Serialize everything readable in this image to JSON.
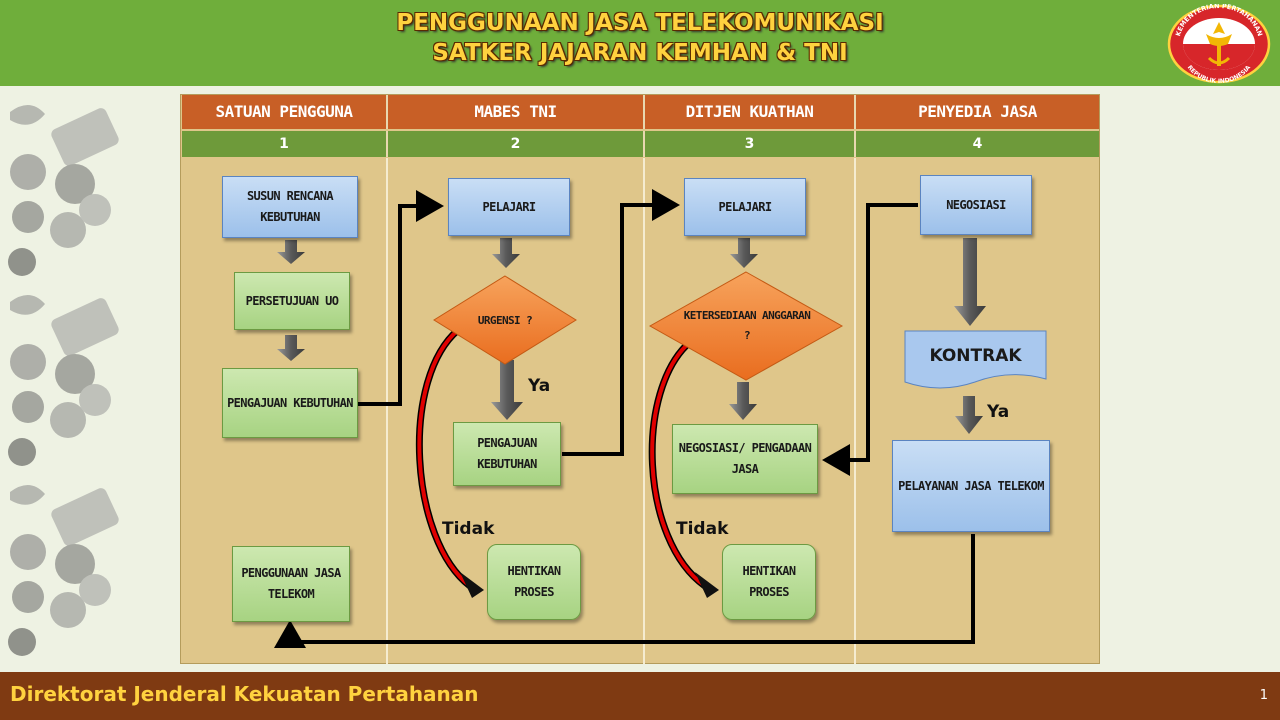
{
  "title": {
    "line1": "PENGGUNAAN JASA TELEKOMUNIKASI",
    "line2": "SATKER JAJARAN KEMHAN & TNI"
  },
  "footer": {
    "org": "Direktorat Jenderal Kekuatan Pertahanan",
    "page": "1"
  },
  "logo": {
    "top_text": "KEMENTERIAN PERTAHANAN",
    "bottom_text": "REPUBLIK INDONESIA"
  },
  "columns": [
    {
      "name": "SATUAN PENGGUNA",
      "num": "1"
    },
    {
      "name": "MABES TNI",
      "num": "2"
    },
    {
      "name": "DITJEN KUATHAN",
      "num": "3"
    },
    {
      "name": "PENYEDIA JASA",
      "num": "4"
    }
  ],
  "nodes": {
    "susun": "SUSUN RENCANA KEBUTUHAN",
    "persetujuan": "PERSETUJUAN UO",
    "pengajuan1": "PENGAJUAN KEBUTUHAN",
    "penggunaan": "PENGGUNAAN JASA TELEKOM",
    "pelajari2": "PELAJARI",
    "urgensi": "URGENSI ?",
    "pengajuan2": "PENGAJUAN KEBUTUHAN",
    "hentikan2": "HENTIKAN PROSES",
    "pelajari3": "PELAJARI",
    "anggaran": "KETERSEDIAAN ANGGARAN ?",
    "negosiasi3": "NEGOSIASI/ PENGADAAN JASA",
    "hentikan3": "HENTIKAN PROSES",
    "negosiasi4": "NEGOSIASI",
    "kontrak": "KONTRAK",
    "pelayanan": "PELAYANAN JASA TELEKOM"
  },
  "labels": {
    "ya1": "Ya",
    "tidak1": "Tidak",
    "tidak2": "Tidak",
    "ya2": "Ya"
  },
  "colors": {
    "header_bg": "#6fae3b",
    "title_text": "#ffd23f",
    "footer_bg": "#7f3a12",
    "column_header": "#c85f26",
    "column_number": "#6e9a3a",
    "board": "#dfc68a",
    "box_blue": "#9cc0ea",
    "box_green": "#a7d382",
    "diamond": "#f0883a",
    "no_arrow": "#e00000"
  }
}
